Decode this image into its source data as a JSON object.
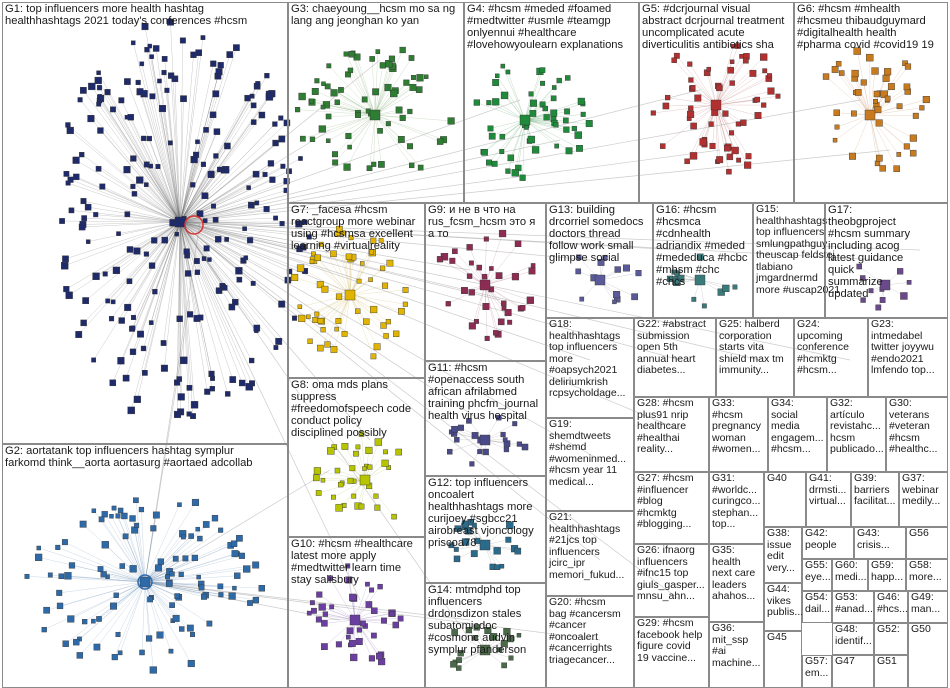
{
  "groups": [
    {
      "id": "G1",
      "label": "G1: top influencers more health hashtag\nhealthhashtags 2021 today's conferences #hcsm"
    },
    {
      "id": "G2",
      "label": "G2: aortatank top influencers hashtag symplur\nfarkomd think__aorta aortasurg #aortaed adcollab"
    },
    {
      "id": "G3",
      "label": "G3: chaeyoung__hcsm mo sa ng\nlang ang jeonghan ko yan"
    },
    {
      "id": "G4",
      "label": "G4: #hcsm #meded #foamed\n#medtwitter #usmle #teamgp\nonlyennui #healthcare\n#lovehowyoulearn explanations"
    },
    {
      "id": "G5",
      "label": "G5: #dcrjournal visual\nabstract dcrjournal treatment\nuncomplicated acute\ndiverticulitis antibiotics sha"
    },
    {
      "id": "G6",
      "label": "G6: #hcsm #mhealth\n#hcsmeu thibaudguymard\n#digitalhealth health\n#pharma covid #covid19 19"
    },
    {
      "id": "G7",
      "label": "G7: _facesa #hcsm\nreactgroup more webinar\nusing #hcsmsa excellent\nlearning #virtualreality"
    },
    {
      "id": "G8",
      "label": "G8: oma mds plans\nsuppress\n#freedomofspeech code\nconduct policy\ndisciplined possibly"
    },
    {
      "id": "G9",
      "label": "G9: и не в что на\nrus_fcsm_hcsm это я\nа то"
    },
    {
      "id": "G10",
      "label": "G10: #hcsm #healthcare\nlatest more apply\n#medtwitter learn time\nstay salisbury"
    },
    {
      "id": "G11",
      "label": "G11: #hcsm\n#openaccess south\nafrican afrilabmed\ntraining phcfm_journal\nhealth virus hospital"
    },
    {
      "id": "G12",
      "label": "G12: top influencers\noncoalert\nhealthhashtags more\ncurijoey #sgbcc21\nairobreast vjoncology\npriscoa78"
    },
    {
      "id": "G13",
      "label": "G13: building\ndrcorriel somedocs\ndoctors thread\nfollow work small\nglimpse social"
    },
    {
      "id": "G14",
      "label": "G14: mtmdphd top\ninfluencers\ndrdonsdizon stales\nsubatomicdoc\n#cosmonc audvin\nsymplur pfanderson"
    },
    {
      "id": "G15",
      "label": "G15:\nhealthhashtags\ntop influencers\nsmlungpathguy\ntheuscap feldstej\ntlabiano\njmgardnermd\nmore #uscap2021"
    },
    {
      "id": "G16",
      "label": "G16: #hcsm\n#hcsmca\n#cdnhealth\nadriandix #meded\n#mededuca #hcbc\n#mhsm #chc\n#chcs"
    },
    {
      "id": "G17",
      "label": "G17:\ntheobgproject\n#hcsm summary\nincluding acog\nlatest guidance\nquick\nsummarize\nupdated"
    },
    {
      "id": "G18",
      "label": "G18:\nhealthhashtags\ntop influencers\nmore\n#oapsych2021\ndeliriumkrish\nrcpsycholdage..."
    },
    {
      "id": "G19",
      "label": "G19:\nshemdtweets\n#shemd\n#womeninmed...\n#hcsm year 11\nmedical..."
    },
    {
      "id": "G20",
      "label": "G20: #hcsm\nbag #cancersm\n#cancer\n#oncoalert\n#cancerrights\ntriagecancer..."
    },
    {
      "id": "G21",
      "label": "G21:\nhealthhashtags\n#21jcs top\ninfluencers\njcirc_ipr\nmemori_fukud..."
    },
    {
      "id": "G22",
      "label": "G22: #abstract\nsubmission\nopen 5th\nannual heart\ndiabetes..."
    },
    {
      "id": "G23",
      "label": "G23:\nintmedabel\ntwitter joyywu\n#endo2021\nlmfendo top..."
    },
    {
      "id": "G24",
      "label": "G24:\nupcoming\nconference\n#hcmktg\n#hcsm..."
    },
    {
      "id": "G25",
      "label": "G25: halberd\ncorporation\nstarts vita\nshield max tm\nimmunity..."
    },
    {
      "id": "G26",
      "label": "G26: ifnaorg\ninfluencers\n#ifnc15 top\ngiuls_gasper...\nmnsu_ahn..."
    },
    {
      "id": "G27",
      "label": "G27: #hcsm\n#influencer\n#blog\n#hcmktg\n#blogging..."
    },
    {
      "id": "G28",
      "label": "G28: #hcsm\nplus91 nrip\nhealthcare\n#healthai\nreality..."
    },
    {
      "id": "G29",
      "label": "G29: #hcsm\nfacebook help\nfigure covid\n19 vaccine..."
    },
    {
      "id": "G30",
      "label": "G30:\nveterans\n#veteran\n#hcsm\n#healthc..."
    },
    {
      "id": "G31",
      "label": "G31:\n#worldc...\ncuringco...\nstephan...\ntop..."
    },
    {
      "id": "G32",
      "label": "G32:\nartículo\nrevistahc...\nhcsm\npublicado..."
    },
    {
      "id": "G33",
      "label": "G33:\n#hcsm\npregnancy\nwoman\n#women..."
    },
    {
      "id": "G34",
      "label": "G34:\nsocial\nmedia\nengagem...\n#hcsm..."
    },
    {
      "id": "G35",
      "label": "G35:\nhealth\nnext care\nleaders\nahahos..."
    },
    {
      "id": "G36",
      "label": "G36:\nmit_ssp\n#ai\nmachine..."
    },
    {
      "id": "G37",
      "label": "G37:\nwebinar\nmedily..."
    },
    {
      "id": "G38",
      "label": "G38:\nissue\nedit\nvery..."
    },
    {
      "id": "G39",
      "label": "G39:\nbarriers\nfacilitat..."
    },
    {
      "id": "G40",
      "label": "G40"
    },
    {
      "id": "G41",
      "label": "G41:\ndrmsti...\nvirtual..."
    },
    {
      "id": "G42",
      "label": "G42:\npeople"
    },
    {
      "id": "G43",
      "label": "G43:\ncrisis..."
    },
    {
      "id": "G44",
      "label": "G44:\nvikes\npublis..."
    },
    {
      "id": "G45",
      "label": "G45"
    },
    {
      "id": "G46",
      "label": "G46:\n#hcs..."
    },
    {
      "id": "G47",
      "label": "G47"
    },
    {
      "id": "G48",
      "label": "G48:\nidentif..."
    },
    {
      "id": "G49",
      "label": "G49:\nman..."
    },
    {
      "id": "G50",
      "label": "G50"
    },
    {
      "id": "G51",
      "label": "G51"
    },
    {
      "id": "G52",
      "label": "G52:"
    },
    {
      "id": "G53",
      "label": "G53:\n#anad..."
    },
    {
      "id": "G54",
      "label": "G54:\ndail..."
    },
    {
      "id": "G55",
      "label": "G55:\neye..."
    },
    {
      "id": "G56",
      "label": "G56"
    },
    {
      "id": "G57",
      "label": "G57:\nem..."
    },
    {
      "id": "G58",
      "label": "G58:\nmore..."
    },
    {
      "id": "G59",
      "label": "G59:\nhapp..."
    },
    {
      "id": "G60",
      "label": "G60:\nmedi..."
    }
  ],
  "colors": {
    "box_border": "#8a8a8a",
    "edge": "#9a9a9a",
    "g1_node": "#1f2a6b",
    "g2_node": "#2f6aa8",
    "g3_node": "#2e7d32",
    "g4_node": "#1e8a3a",
    "g5_node": "#b23030",
    "g6_node": "#c77a1e",
    "g7_node": "#e0b400",
    "g8_node": "#b7c400",
    "g9_node": "#8e2b52",
    "g10_node": "#6b3fa0"
  }
}
